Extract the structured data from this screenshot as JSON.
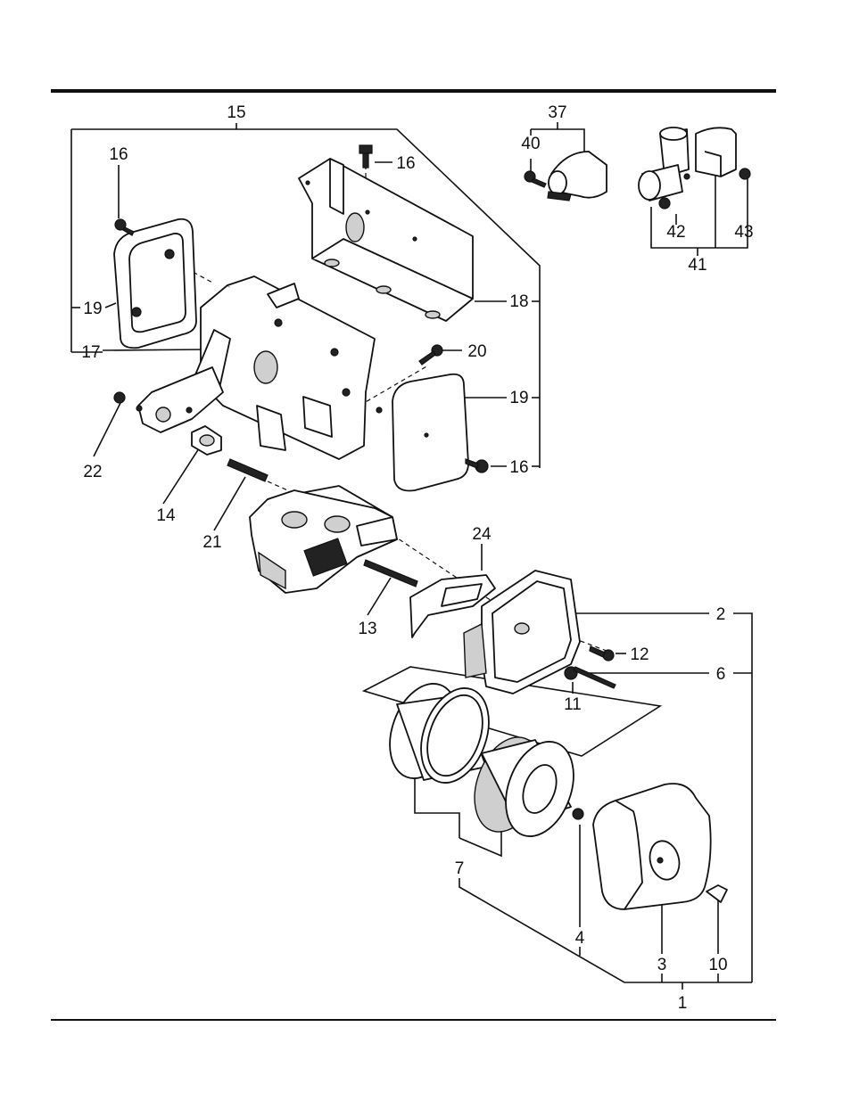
{
  "labels": {
    "l1": "1",
    "l2": "2",
    "l3": "3",
    "l4": "4",
    "l6": "6",
    "l7": "7",
    "l10": "10",
    "l11": "11",
    "l12": "12",
    "l13": "13",
    "l14": "14",
    "l15": "15",
    "l16": "16",
    "l17": "17",
    "l18": "18",
    "l19": "19",
    "l20": "20",
    "l21": "21",
    "l22": "22",
    "l24": "24",
    "l37": "37",
    "l40": "40",
    "l41": "41",
    "l42": "42",
    "l43": "43"
  }
}
